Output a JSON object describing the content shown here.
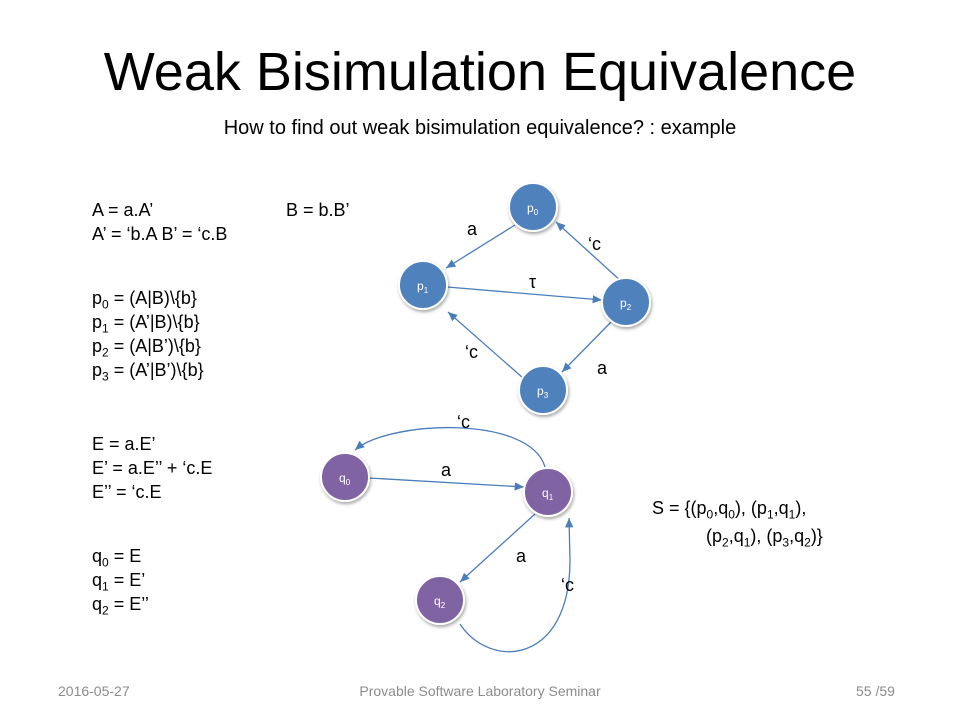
{
  "slide": {
    "title": "Weak Bisimulation Equivalence",
    "subtitle": "How to find out weak bisimulation equivalence? : example"
  },
  "left_text": {
    "l1a": "A = a.A’",
    "l1b": "B = b.B’",
    "l2": "A’ = ‘b.A B’ = ‘c.B",
    "p0_eq": " = (A|B)\\{b}",
    "p1_eq": " = (A’|B)\\{b}",
    "p2_eq": " = (A|B’)\\{b}",
    "p3_eq": " = (A’|B’)\\{b}",
    "e1": "E = a.E’",
    "e2": "E’ = a.E’’ + ‘c.E",
    "e3": "E’’ = ‘c.E",
    "q0_eq": " = E",
    "q1_eq": " = E’",
    "q2_eq": " = E’’"
  },
  "relation": {
    "line1": "S = {(p",
    "line1b": ",q",
    "line1c": "), (p",
    "line1d": ",q",
    "line1e": "),",
    "line2a": "(p",
    "line2b": ",q",
    "line2c": "), (p",
    "line2d": ",q",
    "line2e": ")}"
  },
  "graph_p": {
    "nodes": [
      "p0",
      "p1",
      "p2",
      "p3"
    ],
    "edges": [
      {
        "from": "p0",
        "to": "p1",
        "label": "a"
      },
      {
        "from": "p1",
        "to": "p2",
        "label": "τ"
      },
      {
        "from": "p2",
        "to": "p0",
        "label": "‘c"
      },
      {
        "from": "p2",
        "to": "p3",
        "label": "a"
      },
      {
        "from": "p3",
        "to": "p1",
        "label": "‘c"
      }
    ]
  },
  "graph_q": {
    "nodes": [
      "q0",
      "q1",
      "q2"
    ],
    "edges": [
      {
        "from": "q0",
        "to": "q1",
        "label": "a"
      },
      {
        "from": "q1",
        "to": "q0",
        "label": "‘c"
      },
      {
        "from": "q1",
        "to": "q2",
        "label": "a"
      },
      {
        "from": "q2",
        "to": "q1",
        "label": "‘c"
      }
    ]
  },
  "footer": {
    "date": "2016-05-27",
    "seminar": "Provable Software Laboratory Seminar",
    "page": "55 /59"
  },
  "colors": {
    "p_node_fill": "#4f81bd",
    "q_node_fill": "#8064a2",
    "edge": "#4a7ebb",
    "footer_text": "#8c8c8c"
  }
}
